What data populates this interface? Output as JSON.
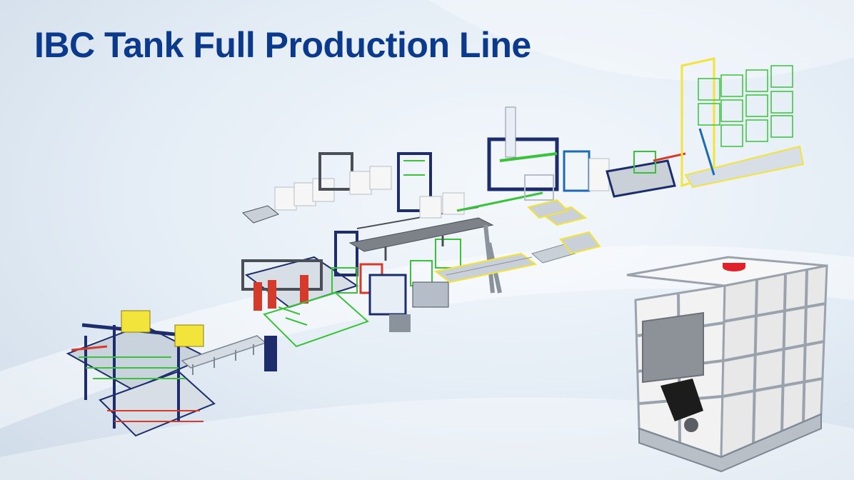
{
  "title": "IBC Tank Full Production Line",
  "colors": {
    "title": "#0b3a8c",
    "frame_navy": "#1d2d6b",
    "frame_green": "#39c23a",
    "frame_yellow": "#f2e43a",
    "frame_red": "#d63a2a",
    "tank_white": "#f6f6f6",
    "cap_red": "#e0202a",
    "steel": "#9aa3ad"
  },
  "illustration": {
    "production_line": "isometric-production-line-illustration",
    "ibc_tank": "ibc-tank-illustration"
  }
}
